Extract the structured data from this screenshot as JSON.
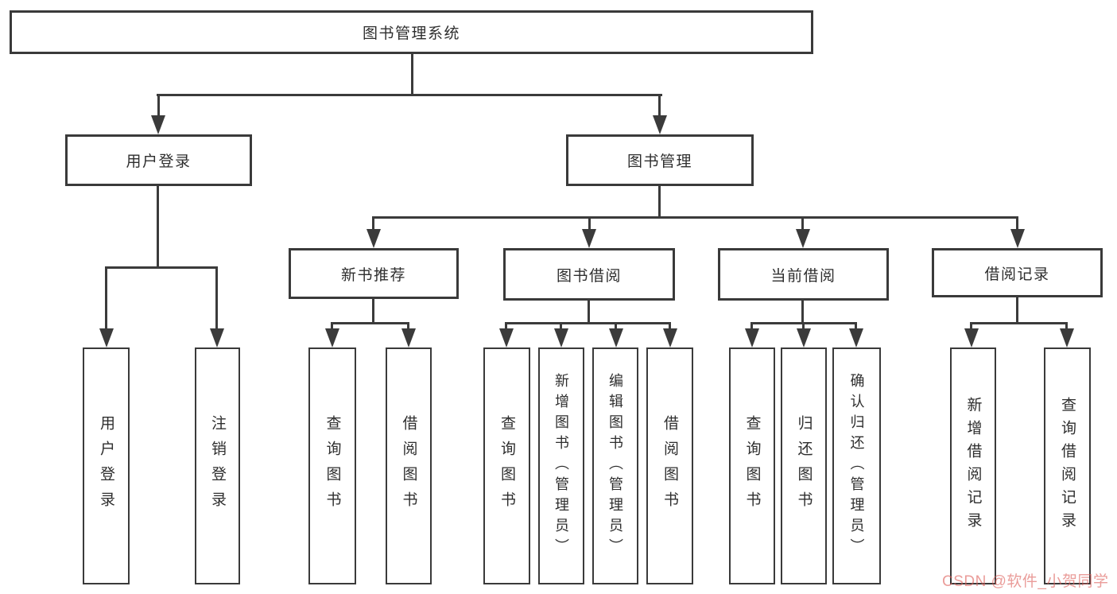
{
  "diagram": {
    "type": "tree",
    "root": {
      "label": "图书管理系统",
      "children": [
        {
          "label": "用户登录",
          "children": [
            {
              "label": "用户登录"
            },
            {
              "label": "注销登录"
            }
          ]
        },
        {
          "label": "图书管理",
          "children": [
            {
              "label": "新书推荐",
              "children": [
                {
                  "label": "查询图书"
                },
                {
                  "label": "借阅图书"
                }
              ]
            },
            {
              "label": "图书借阅",
              "children": [
                {
                  "label": "查询图书"
                },
                {
                  "label": "新增图书（管理员）"
                },
                {
                  "label": "编辑图书（管理员）"
                },
                {
                  "label": "借阅图书"
                }
              ]
            },
            {
              "label": "当前借阅",
              "children": [
                {
                  "label": "查询图书"
                },
                {
                  "label": "归还图书"
                },
                {
                  "label": "确认归还（管理员）"
                }
              ]
            },
            {
              "label": "借阅记录",
              "children": [
                {
                  "label": "新增借阅记录"
                },
                {
                  "label": "查询借阅记录"
                }
              ]
            }
          ]
        }
      ]
    }
  },
  "watermark": {
    "text": "CSDN @软件_小贺同学"
  },
  "colors": {
    "line": "#3b3b3b",
    "box_border": "#3a3a3a",
    "text": "#2e2e2e",
    "background": "#ffffff",
    "watermark": "rgba(221,96,90,0.62)"
  }
}
